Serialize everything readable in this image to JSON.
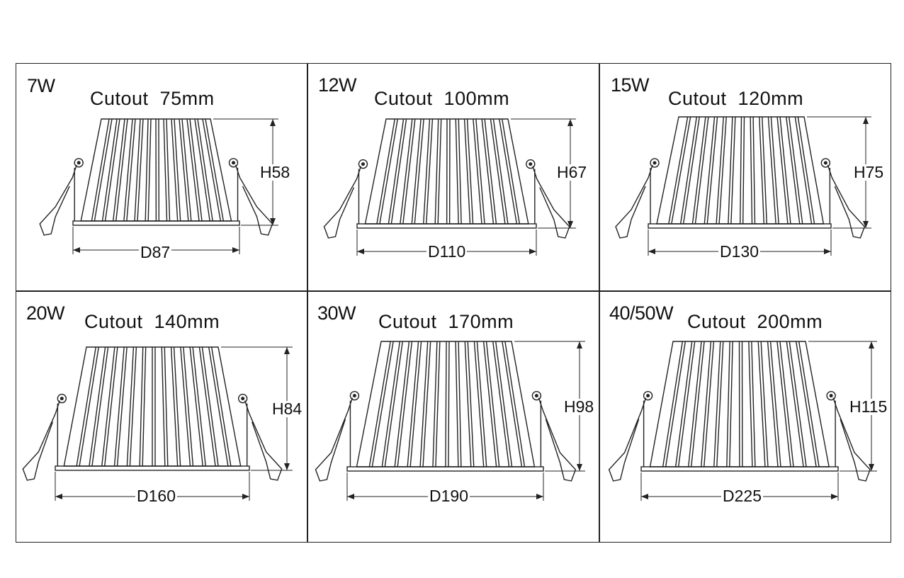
{
  "panels": [
    {
      "wattage": "7W",
      "cutout": "Cutout  75mm",
      "height": "H58",
      "diameter": "D87"
    },
    {
      "wattage": "12W",
      "cutout": "Cutout  100mm",
      "height": "H67",
      "diameter": "D110"
    },
    {
      "wattage": "15W",
      "cutout": "Cutout  120mm",
      "height": "H75",
      "diameter": "D130"
    },
    {
      "wattage": "20W",
      "cutout": "Cutout  140mm",
      "height": "H84",
      "diameter": "D160"
    },
    {
      "wattage": "30W",
      "cutout": "Cutout  170mm",
      "height": "H98",
      "diameter": "D190"
    },
    {
      "wattage": "40/50W",
      "cutout": "Cutout  200mm",
      "height": "H115",
      "diameter": "D225"
    }
  ],
  "colors": {
    "line": "#222222",
    "background": "#ffffff"
  }
}
